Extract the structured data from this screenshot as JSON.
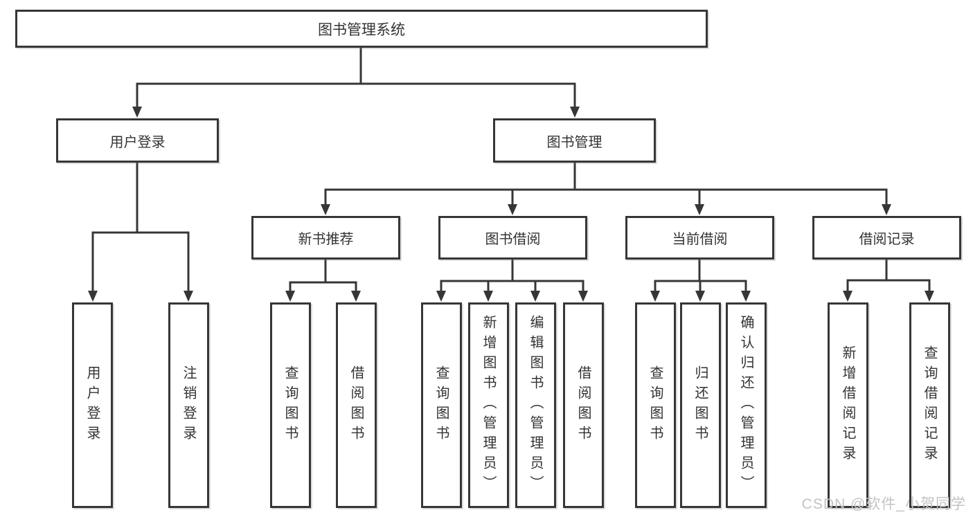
{
  "tree": {
    "label": "图书管理系统",
    "children": [
      {
        "label": "用户登录",
        "children": [
          {
            "label": "用户登录"
          },
          {
            "label": "注销登录"
          }
        ]
      },
      {
        "label": "图书管理",
        "children": [
          {
            "label": "新书推荐",
            "children": [
              {
                "label": "查询图书"
              },
              {
                "label": "借阅图书"
              }
            ]
          },
          {
            "label": "图书借阅",
            "children": [
              {
                "label": "查询图书"
              },
              {
                "label": "新增图书（管理员）"
              },
              {
                "label": "编辑图书（管理员）"
              },
              {
                "label": "借阅图书"
              }
            ]
          },
          {
            "label": "当前借阅",
            "children": [
              {
                "label": "查询图书"
              },
              {
                "label": "归还图书"
              },
              {
                "label": "确认归还（管理员）"
              }
            ]
          },
          {
            "label": "借阅记录",
            "children": [
              {
                "label": "新增借阅记录"
              },
              {
                "label": "查询借阅记录"
              }
            ]
          }
        ]
      }
    ]
  },
  "watermark": {
    "text": "CSDN @软件_小贺同学"
  },
  "colors": {
    "line": "#363636",
    "box_border": "#363636",
    "text": "#333333",
    "watermark": "#c3c3c3",
    "background": "#ffffff"
  }
}
